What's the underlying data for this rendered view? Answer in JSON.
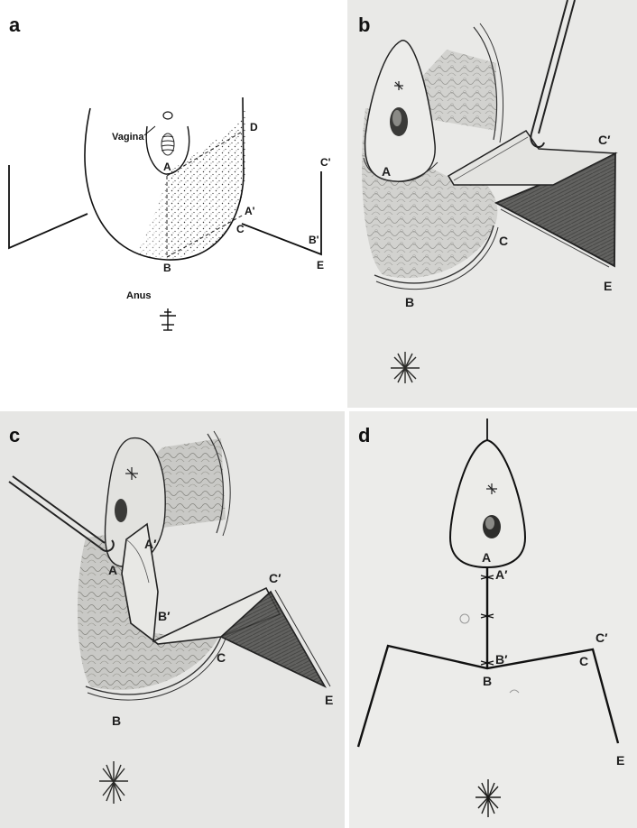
{
  "panels": {
    "a": {
      "label": "a",
      "vagina": "Vagina",
      "anus": "Anus",
      "pts": {
        "A": "A",
        "D": "D",
        "A_prime": "A'",
        "C": "C",
        "C_prime": "C'",
        "B_prime": "B'",
        "E": "E",
        "B": "B"
      }
    },
    "b": {
      "label": "b",
      "pts": {
        "C_prime": "C′",
        "A": "A",
        "C": "C",
        "E": "E",
        "B": "B"
      }
    },
    "c": {
      "label": "c",
      "pts": {
        "A_prime": "A′",
        "A": "A",
        "C_prime": "C′",
        "B_prime": "B′",
        "C": "C",
        "E": "E",
        "B": "B"
      }
    },
    "d": {
      "label": "d",
      "pts": {
        "A": "A",
        "A_prime": "A′",
        "B_prime": "B′",
        "C_prime": "C′",
        "C": "C",
        "B": "B",
        "E": "E"
      }
    }
  }
}
